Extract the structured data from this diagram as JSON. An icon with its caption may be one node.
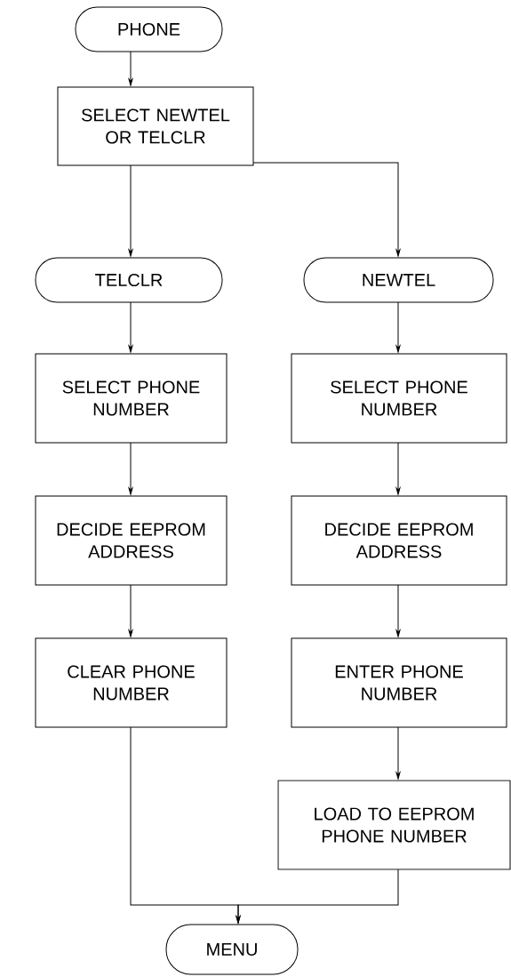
{
  "diagram": {
    "nodes": [
      {
        "text": [
          "PHONE"
        ]
      },
      {
        "text": [
          "SELECT NEWTEL OR TELCLR"
        ]
      },
      {
        "text": [
          "TELCLR"
        ]
      },
      {
        "text": [
          "NEWTEL"
        ]
      },
      {
        "text": [
          "SELECT PHONE NUMBER"
        ]
      },
      {
        "text": [
          "DECIDE EEPROM ADDRESS"
        ]
      },
      {
        "text": [
          "CLEAR PHONE NUMBER"
        ]
      },
      {
        "text": [
          "SELECT PHONE NUMBER"
        ]
      },
      {
        "text": [
          "DECIDE EEPROM ADDRESS"
        ]
      },
      {
        "text": [
          "ENTER PHONE NUMBER"
        ]
      },
      {
        "text": [
          "LOAD TO EEPROM PHONE NUMBER"
        ]
      },
      {
        "text": [
          "MENU"
        ]
      }
    ],
    "edges": [
      {
        "from": 0,
        "to": 1,
        "arrow": "to"
      },
      {
        "from": 1,
        "to": 2,
        "arrow": "to"
      },
      {
        "from": 1,
        "to": 3,
        "arrow": "to"
      },
      {
        "from": 2,
        "to": 4,
        "arrow": "to"
      },
      {
        "from": 4,
        "to": 5,
        "arrow": "to"
      },
      {
        "from": 5,
        "to": 6,
        "arrow": "to"
      },
      {
        "from": 3,
        "to": 7,
        "arrow": "to"
      },
      {
        "from": 7,
        "to": 8,
        "arrow": "to"
      },
      {
        "from": 8,
        "to": 9,
        "arrow": "to"
      },
      {
        "from": 9,
        "to": 10,
        "arrow": "to"
      },
      {
        "from": 6,
        "to": 11,
        "arrow": "to"
      },
      {
        "from": 10,
        "to": 11,
        "arrow": "to"
      }
    ]
  }
}
